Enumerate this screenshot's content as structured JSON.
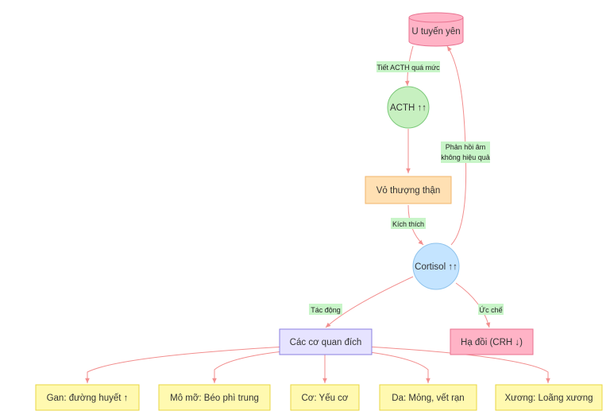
{
  "nodes": {
    "pituitary": {
      "label": "U tuyến yên",
      "fill": "#ffb3c6",
      "stroke": "#e8718f"
    },
    "acth": {
      "label": "ACTH ↑↑",
      "fill": "#c7f0c0",
      "stroke": "#7cc97a"
    },
    "adrenal": {
      "label": "Vỏ thượng thận",
      "fill": "#ffe0b3",
      "stroke": "#f2b56b"
    },
    "cortisol": {
      "label": "Cortisol ↑↑",
      "fill": "#c4e4ff",
      "stroke": "#8fc3ec"
    },
    "targets": {
      "label": "Các cơ quan đích",
      "fill": "#e6e3ff",
      "stroke": "#8b7fe0"
    },
    "hypothalamus": {
      "label": "Hạ đồi (CRH ↓)",
      "fill": "#ffb3c6",
      "stroke": "#e8718f"
    },
    "liver": {
      "label": "Gan: đường huyết ↑",
      "fill": "#fff9b0",
      "stroke": "#e8d640"
    },
    "fat": {
      "label": "Mô mỡ: Béo phì trung",
      "fill": "#fff9b0",
      "stroke": "#e8d640"
    },
    "muscle": {
      "label": "Cơ: Yếu cơ",
      "fill": "#fff9b0",
      "stroke": "#e8d640"
    },
    "skin": {
      "label": "Da: Mỏng, vết rạn",
      "fill": "#fff9b0",
      "stroke": "#e8d640"
    },
    "bone": {
      "label": "Xương: Loãng xương",
      "fill": "#fff9b0",
      "stroke": "#e8d640"
    }
  },
  "edge_labels": {
    "secretion": "Tiết ACTH quá mức",
    "stimulate": "Kích thích",
    "feedback_line1": "Phản hồi âm",
    "feedback_line2": "không hiệu quả",
    "action": "Tác động",
    "inhibit": "Ức chế"
  },
  "colors": {
    "edge": "#f28e8e",
    "edge_label_bg": "#c8f5c8"
  }
}
